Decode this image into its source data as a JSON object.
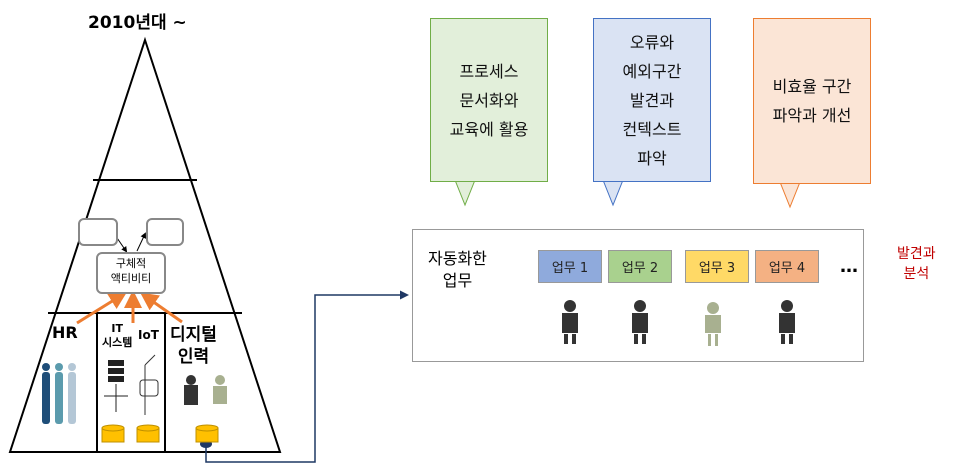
{
  "title": "2010년대 ~",
  "pyramid": {
    "activity": "구체적\n액티비티",
    "hr": "HR",
    "it": "IT\n시스템",
    "iot": "IoT",
    "digital": "디지털\n인력"
  },
  "callouts": [
    {
      "text": "프로세스\n문서화와\n교육에 활용",
      "color": "#e2efda",
      "border": "#70ad47"
    },
    {
      "text": "오류와\n예외구간\n발견과\n컨텍스트\n파악",
      "color": "#dae3f3",
      "border": "#4472c4"
    },
    {
      "text": "비효율 구간\n파악과 개선",
      "color": "#fbe5d6",
      "border": "#ed7d31"
    }
  ],
  "automation": {
    "label": "자동화한\n업무",
    "tasks": [
      {
        "label": "업무 1",
        "color": "#8faadc"
      },
      {
        "label": "업무 2",
        "color": "#a9d18e"
      },
      {
        "label": "업무 3",
        "color": "#ffd966"
      },
      {
        "label": "업무 4",
        "color": "#f4b183"
      }
    ],
    "more": "…",
    "side_note": "발견과\n분석"
  }
}
